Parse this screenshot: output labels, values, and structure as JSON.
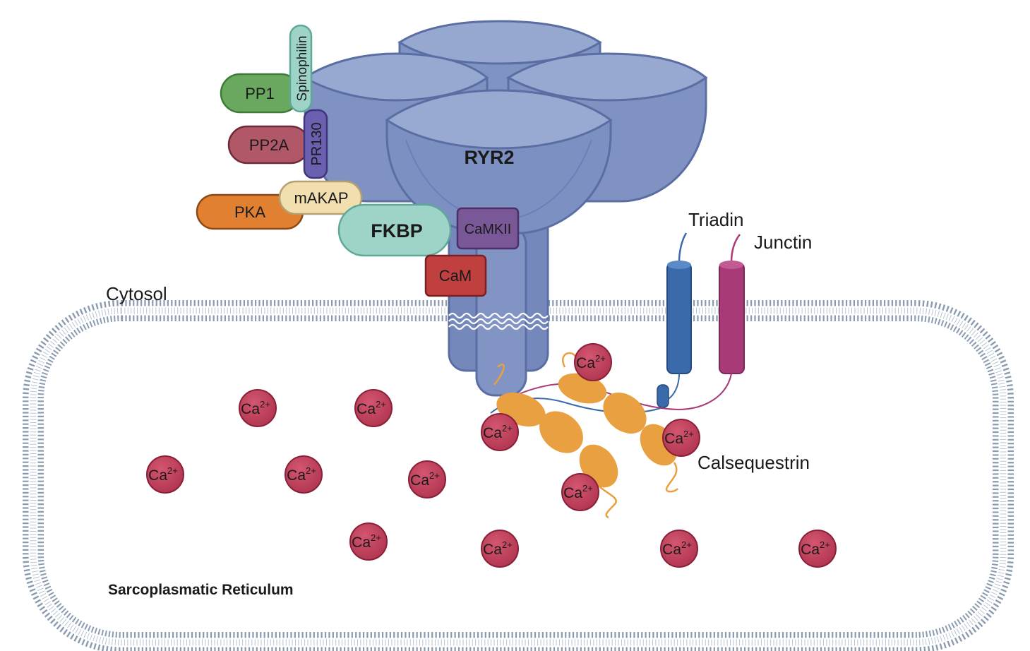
{
  "labels": {
    "cytosol": "Cytosol",
    "sr": "Sarcoplasmatic Reticulum",
    "ryr2": "RYR2",
    "triadin": "Triadin",
    "junctin": "Junctin",
    "calsequestrin": "Calsequestrin"
  },
  "proteins": {
    "pp1": "PP1",
    "spinophilin": "Spinophilin",
    "pp2a": "PP2A",
    "pr130": "PR130",
    "pka": "PKA",
    "makap": "mAKAP",
    "fkbp": "FKBP",
    "camkii": "CaMKII",
    "cam": "CaM"
  },
  "ion": {
    "symbol": "Ca",
    "charge": "2+"
  },
  "colors": {
    "ryr2": "#7b8fbf",
    "membrane": "#8a9bb0",
    "calcium": "#c0405a",
    "calsequestrin": "#e8a040",
    "triadin": "#3a6aaa",
    "junctin": "#a83a78",
    "pp1": "#6aa860",
    "spinophilin": "#9ed4c8",
    "pp2a": "#b05868",
    "pr130": "#6a60b0",
    "pka": "#e08030",
    "makap": "#f2dfb0",
    "fkbp": "#9ed4c8",
    "camkii": "#7a5898",
    "cam": "#c04040"
  }
}
